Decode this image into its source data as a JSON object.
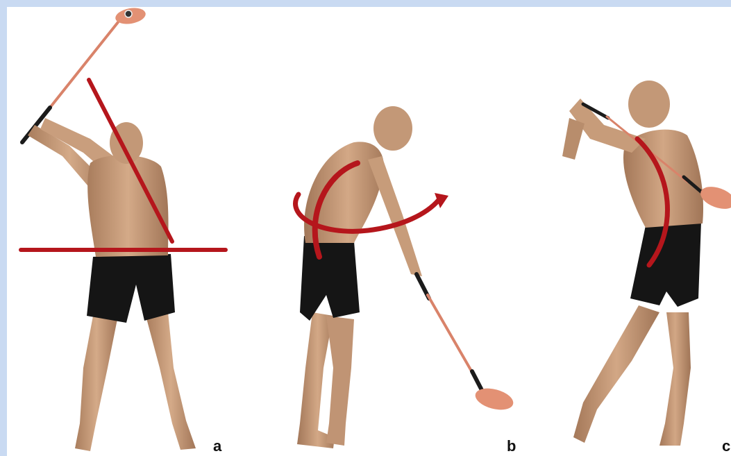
{
  "figure": {
    "panels": [
      {
        "id": "a",
        "label": "a"
      },
      {
        "id": "b",
        "label": "b"
      },
      {
        "id": "c",
        "label": "c"
      }
    ]
  },
  "colors": {
    "skin": "#c79c7a",
    "skin_shadow": "#a87c5c",
    "shorts": "#151515",
    "club_shaft": "#d9836a",
    "club_head": "#e39174",
    "grip": "#1b1b1b",
    "annotation_red": "#b5161c",
    "background_frame": "#c9daf2"
  }
}
